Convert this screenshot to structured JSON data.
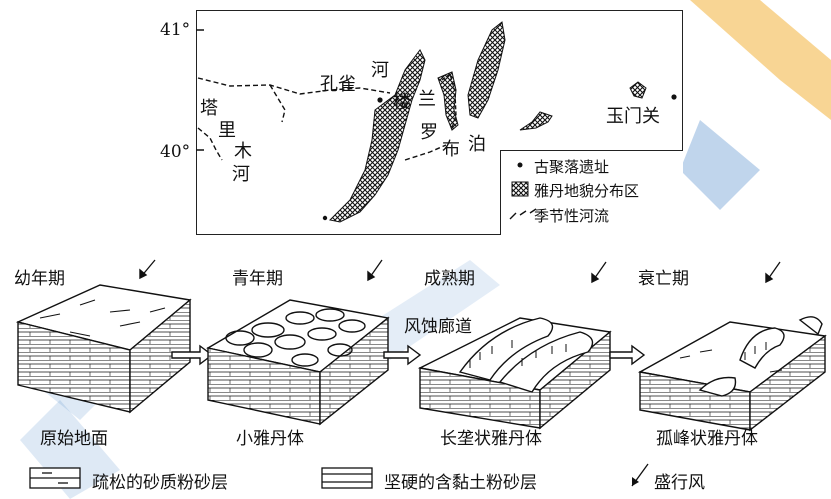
{
  "map": {
    "lat_top": "41°",
    "lat_bottom": "40°",
    "labels": {
      "kongque": "孔雀",
      "he": "河",
      "lou": "楼",
      "lan": "兰",
      "luo": "罗",
      "bu": "布",
      "po": "泊",
      "ta": "塔",
      "li": "里",
      "mu": "木",
      "he2": "河",
      "yumenguan": "玉门关"
    },
    "legend": {
      "item1": "古聚落遗址",
      "item2": "雅丹地貌分布区",
      "item3": "季节性河流"
    }
  },
  "stages": {
    "youth0": "幼年期",
    "youth": "青年期",
    "mature": "成熟期",
    "decline": "衰亡期",
    "corridor": "风蚀廊道"
  },
  "captions": {
    "c1": "原始地面",
    "c2": "小雅丹体",
    "c3": "长垄状雅丹体",
    "c4": "孤峰状雅丹体"
  },
  "bottom_legend": {
    "loose": "疏松的砂质粉砂层",
    "hard": "坚硬的含黏土粉砂层",
    "wind": "盛行风"
  },
  "colors": {
    "ink": "#111111",
    "watermark_blue": "#4a86c8",
    "watermark_orange": "#f2b33d"
  }
}
